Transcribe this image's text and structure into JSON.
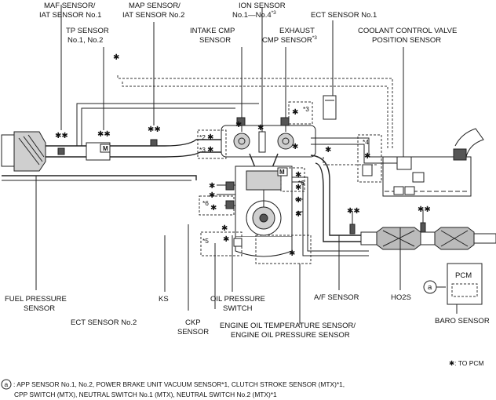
{
  "labels": {
    "maf_1": "MAF SENSOR/",
    "maf_2": "IAT SENSOR No.1",
    "map_1": "MAP SENSOR/",
    "map_2": "IAT SENSOR No.2",
    "ion_1": "ION SENSOR",
    "ion_2": "No.1—No.4",
    "ion_sup": "*3",
    "ect1": "ECT SENSOR No.1",
    "tp_1": "TP SENSOR",
    "tp_2": "No.1, No.2",
    "icmp_1": "INTAKE CMP",
    "icmp_2": "SENSOR",
    "ecmp_1": "EXHAUST",
    "ecmp_2": "CMP SENSOR",
    "ecmp_sup": "*3",
    "ccv_1": "COOLANT CONTROL VALVE",
    "ccv_2": "POSITION SENSOR",
    "fp_1": "FUEL PRESSURE",
    "fp_2": "SENSOR",
    "ks": "KS",
    "ops_1": "OIL PRESSURE",
    "ops_2": "SWITCH",
    "af": "A/F SENSOR",
    "ho2s": "HO2S",
    "pcm": "PCM",
    "baro": "BARO SENSOR",
    "ect2": "ECT SENSOR No.2",
    "ckp_1": "CKP",
    "ckp_2": "SENSOR",
    "eot_1": "ENGINE OIL TEMPERATURE SENSOR/",
    "eot_2": "ENGINE OIL PRESSURE SENSOR",
    "ref_2": "*2",
    "ref_3a": "*3",
    "ref_3b": "*3",
    "ref_4": "*4",
    "ref_5": "*5",
    "ref_6a": "*6",
    "ref_6b": "*6",
    "marker_a": "a"
  },
  "legend": {
    "to_pcm": "✱: TO PCM",
    "a_marker": "a",
    "footnote_1": ": APP SENSOR No.1, No.2, POWER BRAKE UNIT VACUUM SENSOR*1, CLUTCH STROKE SENSOR (MTX)*1,",
    "footnote_2": "CPP SWITCH (MTX), NEUTRAL SWITCH No.1 (MTX), NEUTRAL SWITCH No.2 (MTX)*1"
  },
  "icons": {
    "to_pcm_symbol": "asterisk-icon",
    "sensor_M": "M"
  }
}
